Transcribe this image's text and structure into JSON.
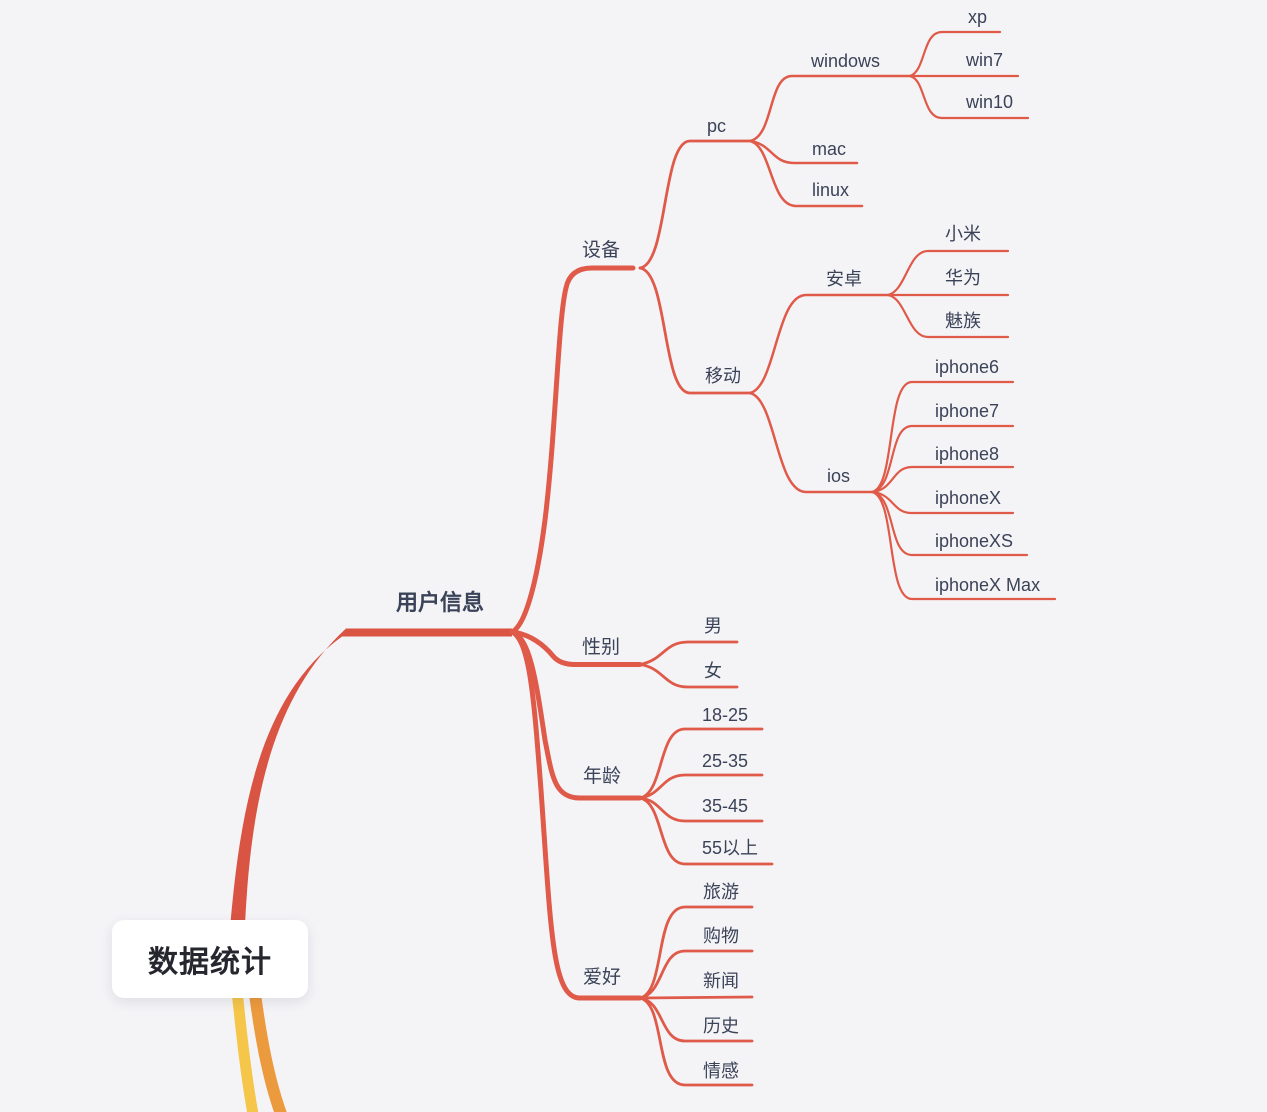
{
  "theme": {
    "branch_red": "#e05a49",
    "trunk_red": "#da5443",
    "branch_yellow": "#f5c64a",
    "branch_orange": "#ec9a3e",
    "background": "#f4f4f7",
    "text": "#3b4358",
    "root_text": "#26272e"
  },
  "mindmap": {
    "root": {
      "label": "数据统计"
    },
    "main": {
      "label": "用户信息",
      "children": [
        {
          "label": "设备",
          "children": [
            {
              "label": "pc",
              "children": [
                {
                  "label": "windows",
                  "children": [
                    {
                      "label": "xp"
                    },
                    {
                      "label": "win7"
                    },
                    {
                      "label": "win10"
                    }
                  ]
                },
                {
                  "label": "mac"
                },
                {
                  "label": "linux"
                }
              ]
            },
            {
              "label": "移动",
              "children": [
                {
                  "label": "安卓",
                  "children": [
                    {
                      "label": "小米"
                    },
                    {
                      "label": "华为"
                    },
                    {
                      "label": "魅族"
                    }
                  ]
                },
                {
                  "label": "ios",
                  "children": [
                    {
                      "label": "iphone6"
                    },
                    {
                      "label": "iphone7"
                    },
                    {
                      "label": "iphone8"
                    },
                    {
                      "label": "iphoneX"
                    },
                    {
                      "label": "iphoneXS"
                    },
                    {
                      "label": "iphoneX Max"
                    }
                  ]
                }
              ]
            }
          ]
        },
        {
          "label": "性别",
          "children": [
            {
              "label": "男"
            },
            {
              "label": "女"
            }
          ]
        },
        {
          "label": "年龄",
          "children": [
            {
              "label": "18-25"
            },
            {
              "label": "25-35"
            },
            {
              "label": "35-45"
            },
            {
              "label": "55以上"
            }
          ]
        },
        {
          "label": "爱好",
          "children": [
            {
              "label": "旅游"
            },
            {
              "label": "购物"
            },
            {
              "label": "新闻"
            },
            {
              "label": "历史"
            },
            {
              "label": "情感"
            }
          ]
        }
      ]
    }
  }
}
